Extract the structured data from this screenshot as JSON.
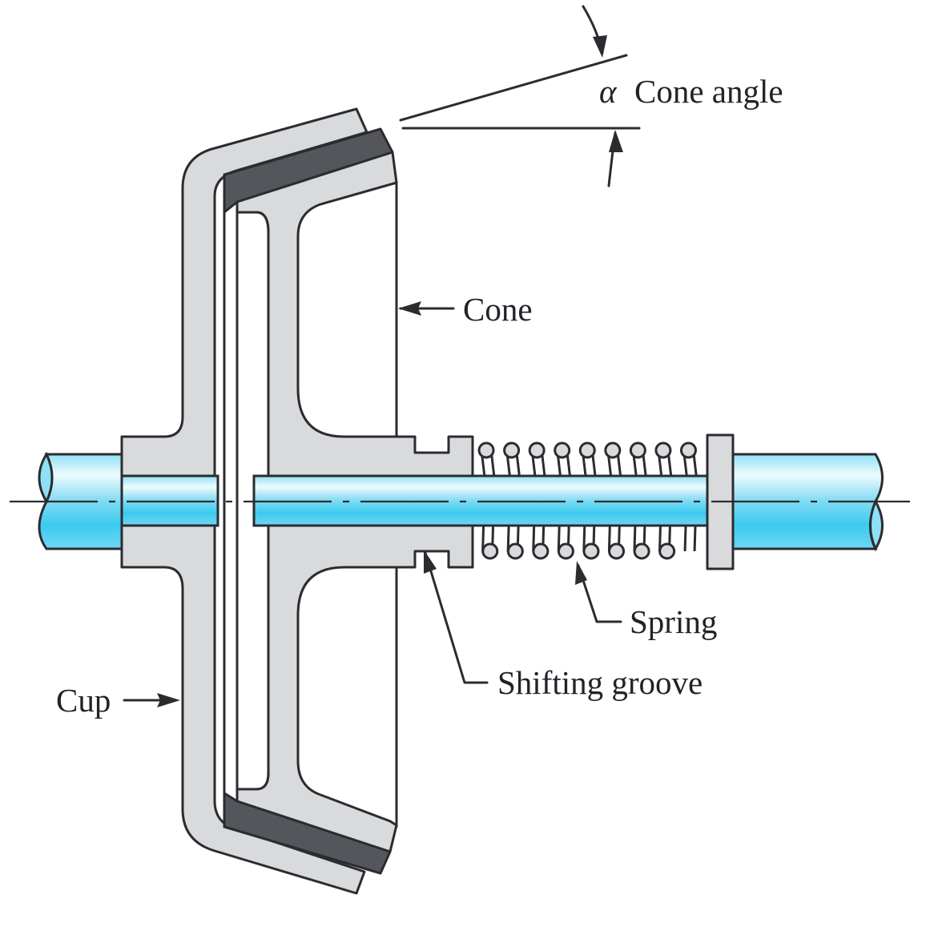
{
  "figure": {
    "subject": "Cone clutch cross-section",
    "labels": {
      "cone_angle_symbol": "α",
      "cone_angle_text": "Cone angle",
      "cone": "Cone",
      "spring": "Spring",
      "shifting_groove": "Shifting groove",
      "cup": "Cup"
    },
    "parts": [
      "cup",
      "cone",
      "friction-lining",
      "left-shaft",
      "right-shaft",
      "spring",
      "shifting-groove",
      "spring-collar",
      "centerline"
    ],
    "spring_coils_visible": 9,
    "colors": {
      "shaft_light": "#e9f8fd",
      "shaft_mid": "#8fe0f6",
      "shaft_dark": "#3ccbef",
      "part_fill": "#d9dadc",
      "lining_fill": "#55565b",
      "outline": "#2b2c30",
      "text": "#222328"
    }
  }
}
